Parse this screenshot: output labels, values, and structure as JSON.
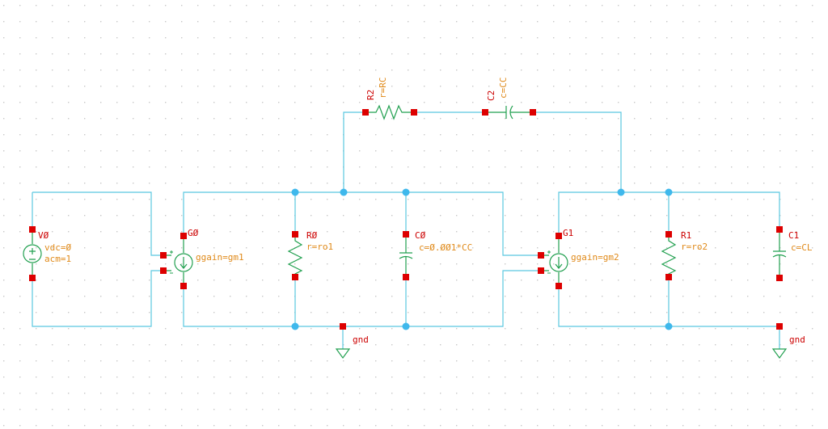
{
  "schematic": {
    "colors": {
      "background": "#ffffff",
      "grid_dot": "#c8c8c8",
      "wire": "#5bc8e0",
      "junction": "#3fb8ec",
      "pin": "#dd0000",
      "component": "#22a050",
      "instance_label": "#cc0000",
      "parameter_label": "#e08a1a"
    },
    "components": {
      "V0": {
        "name": "VØ",
        "params": [
          "vdc=Ø",
          "acm=1"
        ],
        "icon": "voltage-source-icon"
      },
      "G0": {
        "name": "GØ",
        "params": [
          "ggain=gm1"
        ],
        "icon": "vccs-icon"
      },
      "R0": {
        "name": "RØ",
        "params": [
          "r=ro1"
        ],
        "icon": "resistor-icon"
      },
      "C0": {
        "name": "CØ",
        "params": [
          "c=Ø.ØØ1*CC"
        ],
        "icon": "capacitor-icon"
      },
      "R2": {
        "name": "R2",
        "params": [
          "r=RC"
        ],
        "icon": "resistor-icon"
      },
      "C2": {
        "name": "C2",
        "params": [
          "c=CC"
        ],
        "icon": "capacitor-icon"
      },
      "G1": {
        "name": "G1",
        "params": [
          "ggain=gm2"
        ],
        "icon": "vccs-icon"
      },
      "R1": {
        "name": "R1",
        "params": [
          "r=ro2"
        ],
        "icon": "resistor-icon"
      },
      "C1": {
        "name": "C1",
        "params": [
          "c=CL"
        ],
        "icon": "capacitor-icon"
      }
    },
    "ground_labels": [
      "gnd",
      "gnd"
    ]
  }
}
